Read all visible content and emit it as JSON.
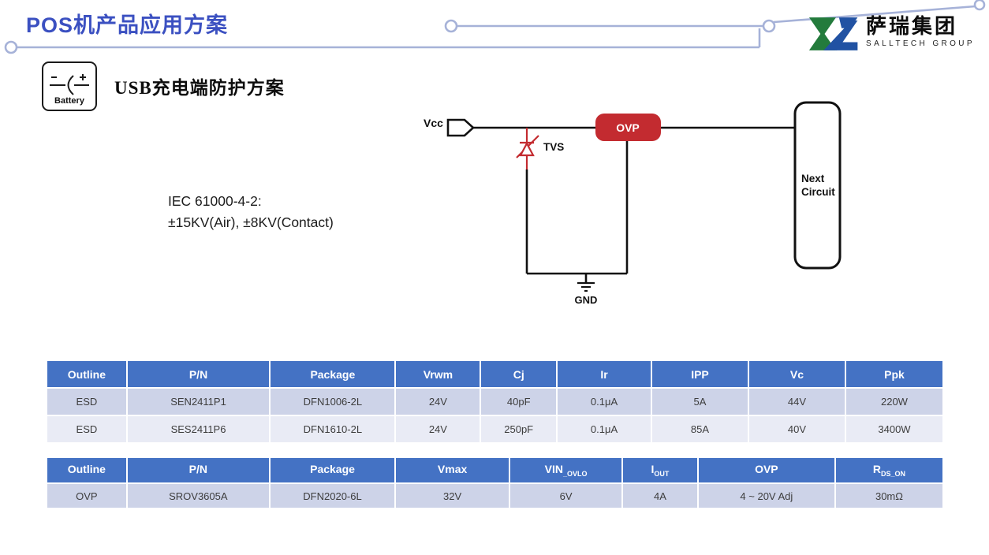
{
  "page": {
    "title": "POS机产品应用方案"
  },
  "logo": {
    "cn": "萨瑞集团",
    "en": "SALLTECH GROUP"
  },
  "battery_card": {
    "label": "Battery"
  },
  "section": {
    "title": "USB充电端防护方案"
  },
  "iec_note": {
    "line1": "IEC 61000-4-2:",
    "line2": "±15KV(Air), ±8KV(Contact)"
  },
  "circuit": {
    "vcc_label": "Vcc",
    "tvs_label": "TVS",
    "ovp_label": "OVP",
    "gnd_label": "GND",
    "next_circuit_line1": "Next",
    "next_circuit_line2": "Circuit"
  },
  "colors": {
    "title_blue": "#3B50C1",
    "table_header_blue": "#4472C4",
    "row_dark": "#CDD3E8",
    "row_light": "#E9EBF5",
    "accent_red": "#C32B30",
    "trace_periwinkle": "#A6B2D8",
    "logo_green": "#237B3C",
    "logo_blue": "#2152A3"
  },
  "table1": {
    "headers": [
      "Outline",
      "P/N",
      "Package",
      "Vrwm",
      "Cj",
      "Ir",
      "IPP",
      "Vc",
      "Ppk"
    ],
    "rows": [
      {
        "cells": [
          "ESD",
          "SEN2411P1",
          "DFN1006-2L",
          "24V",
          "40pF",
          "0.1μA",
          "5A",
          "44V",
          "220W"
        ]
      },
      {
        "cells": [
          "ESD",
          "SES2411P6",
          "DFN1610-2L",
          "24V",
          "250pF",
          "0.1μA",
          "85A",
          "40V",
          "3400W"
        ]
      }
    ]
  },
  "table2": {
    "headers": [
      {
        "t": "Outline",
        "s": ""
      },
      {
        "t": "P/N",
        "s": ""
      },
      {
        "t": "Package",
        "s": ""
      },
      {
        "t": "Vmax",
        "s": ""
      },
      {
        "t": "VIN",
        "s": "_OVLO"
      },
      {
        "t": "I",
        "s": "OUT"
      },
      {
        "t": "OVP",
        "s": ""
      },
      {
        "t": "R",
        "s": "DS_ON"
      }
    ],
    "rows": [
      {
        "cells": [
          "OVP",
          "SROV3605A",
          "DFN2020-6L",
          "32V",
          "6V",
          "4A",
          "4 ~ 20V Adj",
          "30mΩ"
        ]
      }
    ]
  }
}
